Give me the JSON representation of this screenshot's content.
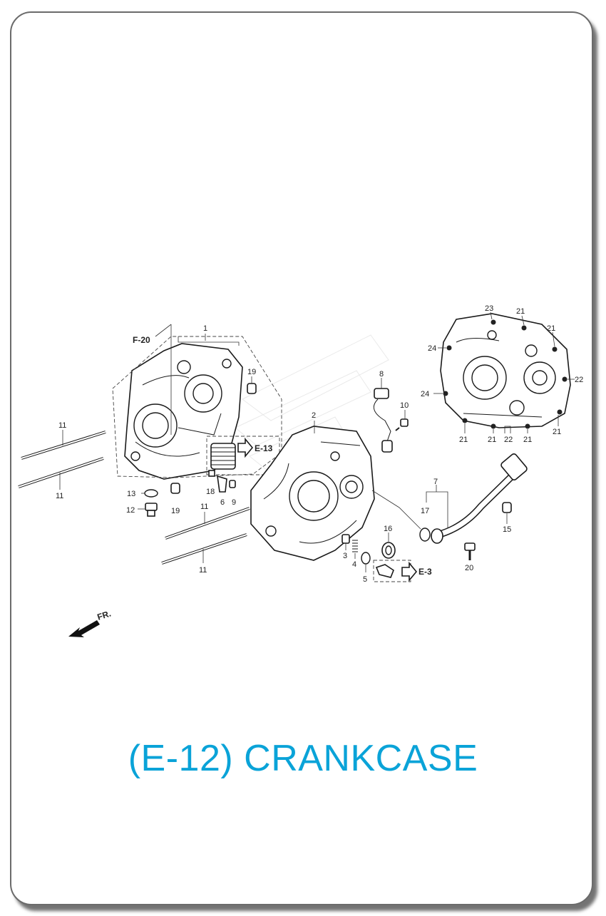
{
  "title": "(E-12) CRANKCASE",
  "front_indicator": "FR.",
  "reference_labels": {
    "f20": "F-20",
    "e13": "E-13",
    "e3": "E-3"
  },
  "part_numbers": {
    "p1": "1",
    "p2": "2",
    "p3": "3",
    "p4": "4",
    "p5": "5",
    "p6": "6",
    "p7": "7",
    "p8": "8",
    "p9": "9",
    "p10": "10",
    "p11a": "11",
    "p11b": "11",
    "p11c": "11",
    "p11d": "11",
    "p12": "12",
    "p13": "13",
    "p15": "15",
    "p16": "16",
    "p17": "17",
    "p18": "18",
    "p19a": "19",
    "p19b": "19",
    "p20": "20",
    "p21a": "21",
    "p21b": "21",
    "p21c": "21",
    "p21d": "21",
    "p21e": "21",
    "p21f": "21",
    "p22a": "22",
    "p22b": "22",
    "p23": "23",
    "p24a": "24",
    "p24b": "24"
  },
  "colors": {
    "title": "#0aa3d8",
    "line_art": "#1a1a1a",
    "frame_border": "#6b6b6b"
  }
}
